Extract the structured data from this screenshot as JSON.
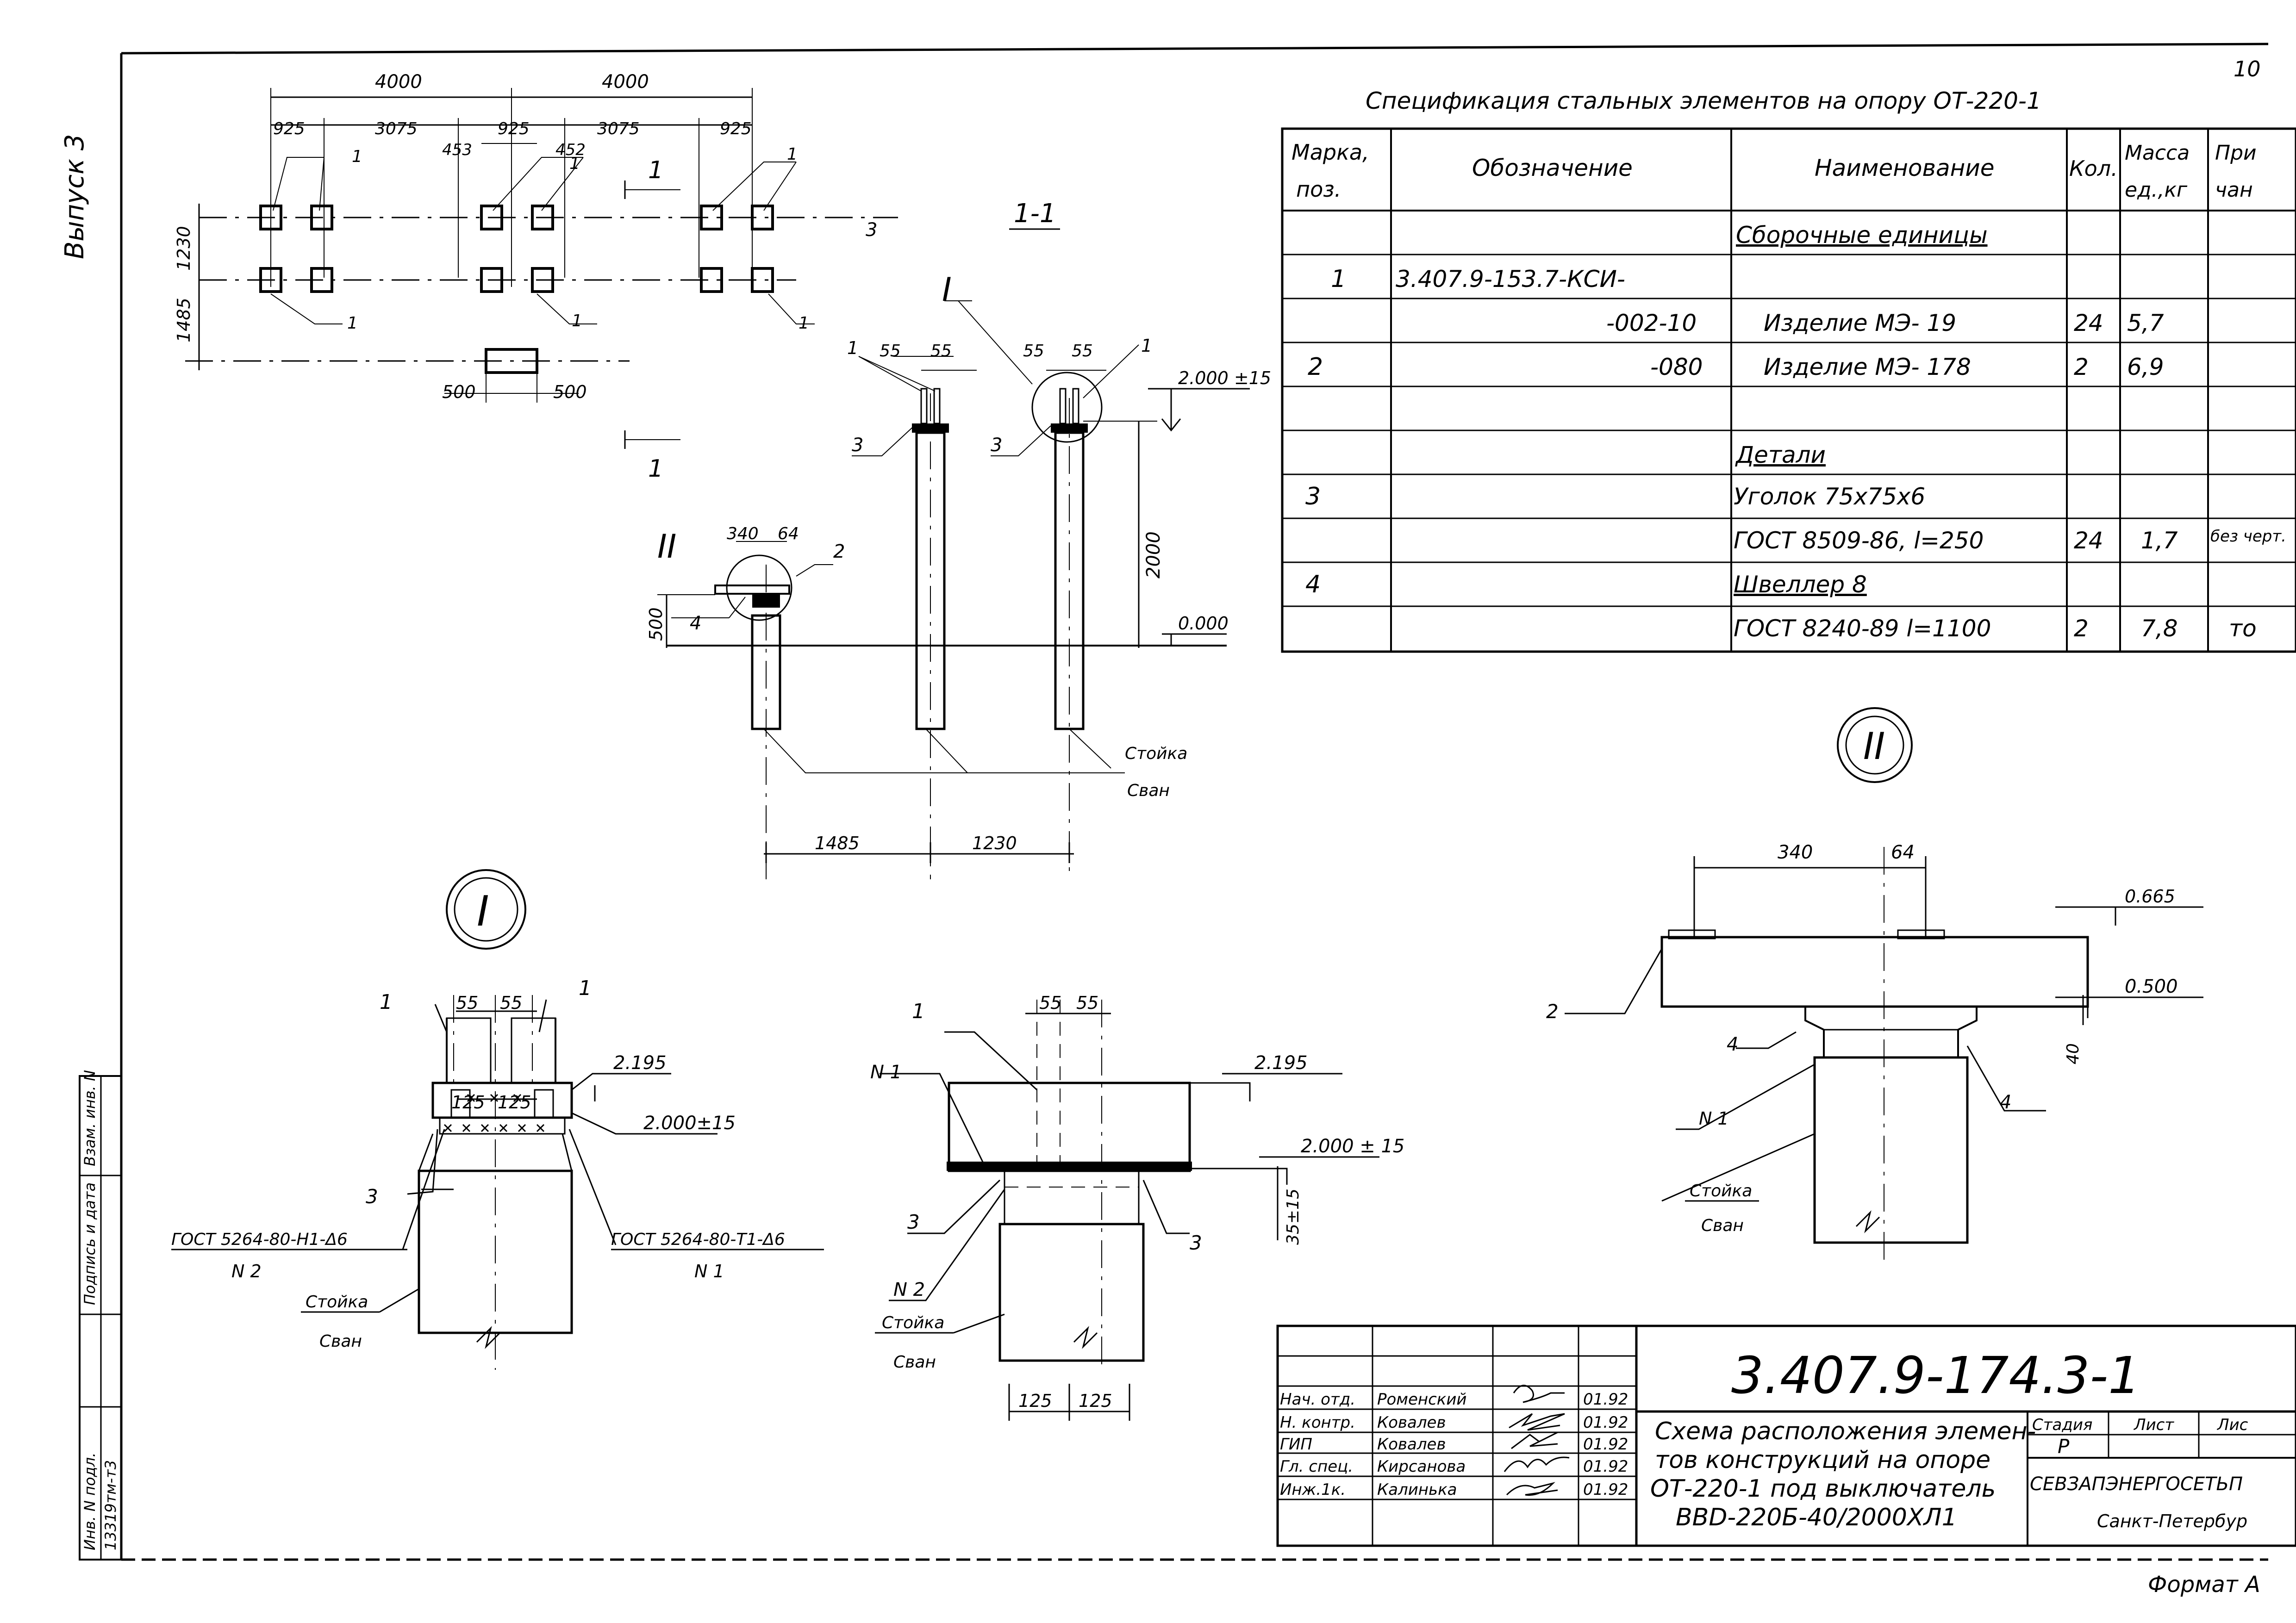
{
  "sheet": {
    "page_number": "10",
    "issue": "Выпуск 3",
    "format": "Формат А"
  },
  "side_stamp": {
    "vzam_inv": "Взам. инв. N",
    "podpis_data": "Подпись и дата",
    "inv_podl": "Инв. N подл.",
    "inv_value": "13319тм-т3"
  },
  "plan": {
    "dims_top": [
      "4000",
      "4000"
    ],
    "dims_mid": [
      "925",
      "3075",
      "925",
      "3075",
      "925"
    ],
    "dims_small": [
      "453",
      "452"
    ],
    "dims_left": [
      "1230",
      "1485"
    ],
    "dims_bottom": [
      "500",
      "500"
    ],
    "line_label": "3",
    "mark_1": "1",
    "section_mark": "1"
  },
  "section_1_1": {
    "title": "1-1",
    "view_I": "I",
    "view_II": "II",
    "dim_55a": "55",
    "dim_55b": "55",
    "dim_340": "340",
    "dim_64": "64",
    "dim_500": "500",
    "dim_2000": "2000",
    "elev_top": "2.000 ±15",
    "elev_zero": "0.000",
    "dim_1485": "1485",
    "dim_1230": "1230",
    "stoika": "Стойка",
    "svaya": "Сван",
    "pos1": "1",
    "pos2": "2",
    "pos3": "3",
    "pos4": "4"
  },
  "spec": {
    "title": "Спецификация стальных элементов на опору ОТ-220-1",
    "headers": [
      "Марка, поз.",
      "Обозначение",
      "Наименование",
      "Кол.",
      "Масса ед.,кг",
      "Приме-чание"
    ],
    "header_display": {
      "mark_1": "Марка,",
      "mark_2": "поз.",
      "oboz": "Обозначение",
      "naim": "Наименование",
      "kol": "Кол.",
      "massa_1": "Масса",
      "massa_2": "ед.,кг",
      "prim_1": "При",
      "prim_2": "чан"
    },
    "rows": [
      {
        "mark": "",
        "oboz": "",
        "naim": "Сборочные единицы",
        "kol": "",
        "mass": "",
        "prim": ""
      },
      {
        "mark": "1",
        "oboz": "3.407.9-153.7-КСИ-",
        "naim": "",
        "kol": "",
        "mass": "",
        "prim": ""
      },
      {
        "mark": "",
        "oboz": "-002-10",
        "naim": "Изделие МЭ- 19",
        "kol": "24",
        "mass": "5,7",
        "prim": ""
      },
      {
        "mark": "2",
        "oboz": "-080",
        "naim": "Изделие МЭ- 178",
        "kol": "2",
        "mass": "6,9",
        "prim": ""
      },
      {
        "mark": "",
        "oboz": "",
        "naim": "",
        "kol": "",
        "mass": "",
        "prim": ""
      },
      {
        "mark": "",
        "oboz": "",
        "naim": "Детали",
        "kol": "",
        "mass": "",
        "prim": ""
      },
      {
        "mark": "3",
        "oboz": "",
        "naim": "Уголок 75х75х6",
        "kol": "",
        "mass": "",
        "prim": ""
      },
      {
        "mark": "",
        "oboz": "",
        "naim": "ГОСТ 8509-86, l=250",
        "kol": "24",
        "mass": "1,7",
        "prim": "без черт."
      },
      {
        "mark": "4",
        "oboz": "",
        "naim": "Швеллер 8",
        "kol": "",
        "mass": "",
        "prim": ""
      },
      {
        "mark": "",
        "oboz": "",
        "naim": "ГОСТ 8240-89 l=1100",
        "kol": "2",
        "mass": "7,8",
        "prim": "то"
      }
    ]
  },
  "node_I": {
    "label": "I",
    "pos1a": "1",
    "pos1b": "1",
    "dim_55a": "55",
    "dim_55b": "55",
    "dim_125a": "125",
    "dim_125b": "125",
    "elev_2195": "2.195",
    "elev_2000": "2.000±15",
    "pos3": "3",
    "weld_left": "ГОСТ 5264-80-Н1-Δ6",
    "weld_left_n": "N 2",
    "weld_right": "ГОСТ 5264-80-Т1-Δ6",
    "weld_right_n": "N 1",
    "stoika": "Стойка",
    "svaya": "Сван"
  },
  "node_I_side": {
    "pos1": "1",
    "n1": "N 1",
    "dim_55a": "55",
    "dim_55b": "55",
    "elev_2195": "2.195",
    "elev_2000": "2.000 ± 15",
    "dim_35": "35±15",
    "pos3a": "3",
    "pos3b": "3",
    "n2": "N 2",
    "dim_125a": "125",
    "dim_125b": "125",
    "stoika": "Стойка",
    "svaya": "Сван"
  },
  "node_II": {
    "label": "II",
    "dim_340": "340",
    "dim_64": "64",
    "elev_top": "0.665",
    "elev_0500": "0.500",
    "dim_40": "40",
    "pos2": "2",
    "pos4a": "4",
    "pos4b": "4",
    "n1": "N 1",
    "stoika": "Стойка",
    "svaya": "Сван"
  },
  "title_block": {
    "code": "3.407.9-174.3-1",
    "title_lines": [
      "Схема расположения элемен-",
      "тов конструкций на опоре",
      "ОТ-220-1 под выключатель",
      "ВВD-220Б-40/2000ХЛ1"
    ],
    "stage_label": "Стадия",
    "sheet_label": "Лист",
    "sheets_label": "Лис",
    "stage_value": "Р",
    "org": "СЕВЗАПЭНЕРГОСЕТЬП",
    "city": "Санкт-Петербур",
    "people": [
      {
        "role": "Нач. отд.",
        "name": "Роменский",
        "date": "01.92"
      },
      {
        "role": "Н. контр.",
        "name": "Ковалев",
        "date": "01.92"
      },
      {
        "role": "ГИП",
        "name": "Ковалев",
        "date": "01.92"
      },
      {
        "role": "Гл. спец.",
        "name": "Кирсанова",
        "date": "01.92"
      },
      {
        "role": "Инж.1к.",
        "name": "Калинька",
        "date": "01.92"
      }
    ]
  }
}
